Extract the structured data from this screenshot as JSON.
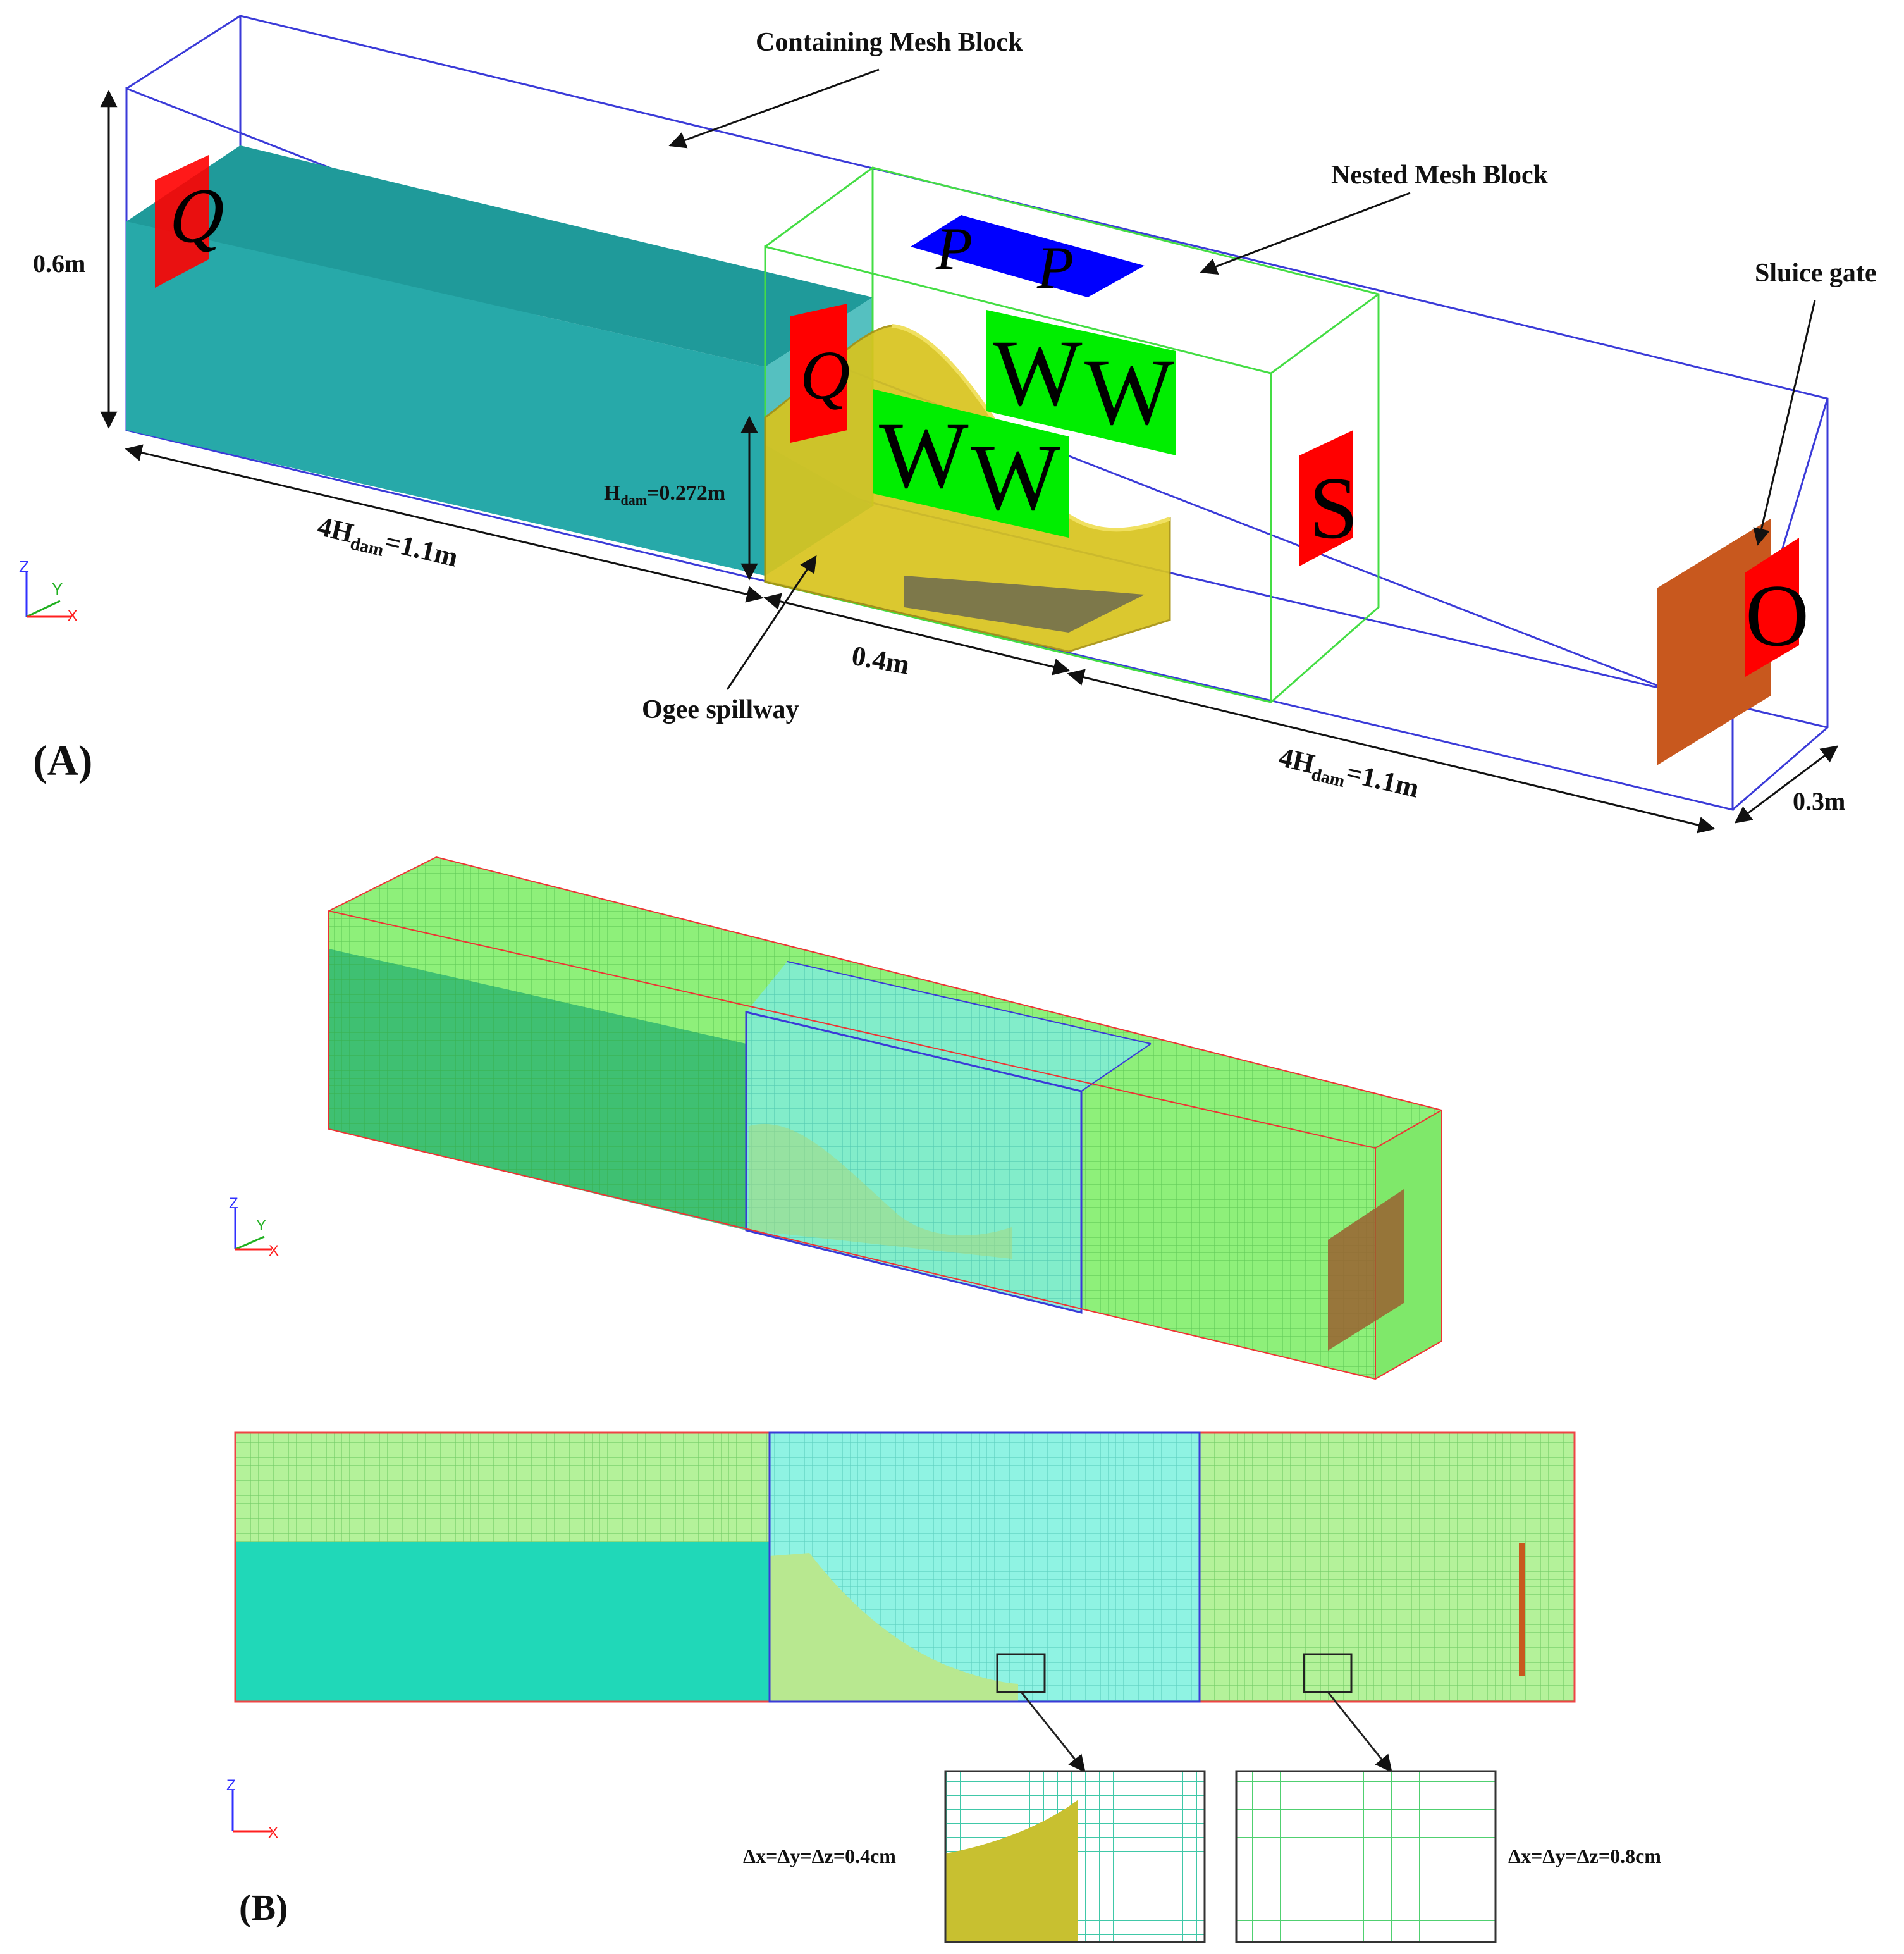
{
  "panel_a": {
    "panel_label": "(A)",
    "labels": {
      "containing_mesh_block": "Containing Mesh Block",
      "nested_mesh_block": "Nested Mesh Block",
      "sluice_gate": "Sluice gate",
      "ogee_spillway": "Ogee spillway"
    },
    "dimensions": {
      "height": "0.6m",
      "h_dam_main": "H",
      "h_dam_sub": "dam",
      "h_dam_value": "=0.272m",
      "upstream_main": "4H",
      "upstream_sub": "dam",
      "upstream_value": "=1.1m",
      "spillway_length": "0.4m",
      "downstream_main": "4H",
      "downstream_sub": "dam",
      "downstream_value": "=1.1m",
      "width": "0.3m"
    },
    "boundary_marks": {
      "inlet_upstream": "Q",
      "inlet_nested": "Q",
      "top_left": "P",
      "top_right": "P",
      "wall_upper_left": "W",
      "wall_upper_right": "W",
      "wall_lower_left": "W",
      "wall_lower_right": "W",
      "symmetry": "S",
      "outlet": "O"
    },
    "axes": {
      "z": "Z",
      "y": "Y",
      "x": "X"
    }
  },
  "panel_b": {
    "panel_label": "(B)",
    "zoom_fine": "Δx=Δy=Δz=0.4cm",
    "zoom_coarse": "Δx=Δy=Δz=0.8cm",
    "axes_iso": {
      "z": "Z",
      "y": "Y",
      "x": "X"
    },
    "axes_side": {
      "z": "Z",
      "x": "X"
    }
  },
  "colors": {
    "water": "#2fb3b3",
    "spillway": "#d8c41e",
    "containing_block": "#3a3ad8",
    "nested_block": "#44dd44",
    "mesh_green": "#8ef07a",
    "mesh_cyan": "#7ff0e0",
    "gate": "#c8581e",
    "boundary_red": "#ff0000",
    "boundary_blue": "#0000ff",
    "boundary_green": "#00ee00"
  }
}
